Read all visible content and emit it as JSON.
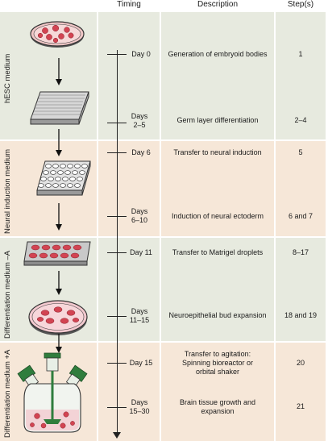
{
  "headers": {
    "timing": "Timing",
    "description": "Description",
    "steps": "Step(s)"
  },
  "colors": {
    "tan": "#f6e7d8",
    "grey": "#e7eadf",
    "border": "#ffffff",
    "rule": "#222222",
    "dish_red": "#d24452",
    "bottle_green": "#2f7d3d"
  },
  "stages": [
    {
      "label": "hESC medium",
      "color": "grey"
    },
    {
      "label": "Neural induction medium",
      "color": "tan"
    },
    {
      "label": "Differentiation medium –A",
      "color": "grey"
    },
    {
      "label": "Differentiation medium +A",
      "color": "tan"
    }
  ],
  "events": [
    {
      "time": "Day 0",
      "description": "Generation of embryoid bodies",
      "steps": "1"
    },
    {
      "time": "Days\n2–5",
      "description": "Germ layer differentiation",
      "steps": "2–4"
    },
    {
      "time": "Day 6",
      "description": "Transfer to neural induction",
      "steps": "5"
    },
    {
      "time": "Days\n6–10",
      "description": "Induction of neural ectoderm",
      "steps": "6 and 7"
    },
    {
      "time": "Day 11",
      "description": "Transfer to Matrigel droplets",
      "steps": "8–17"
    },
    {
      "time": "Days\n11–15",
      "description": "Neuroepithelial bud expansion",
      "steps": "18 and 19"
    },
    {
      "time": "Day 15",
      "description": "Transfer to agitation:\nSpinning bioreactor or\norbital shaker",
      "steps": "20"
    },
    {
      "time": "Days\n15–30",
      "description": "Brain tissue growth and\nexpansion",
      "steps": "21"
    }
  ],
  "icons": [
    "petri-dish-icon",
    "96-well-plate-icon",
    "24-well-plate-icon",
    "droplet-tray-icon",
    "petri-dish-icon",
    "spinner-flask-icon"
  ]
}
